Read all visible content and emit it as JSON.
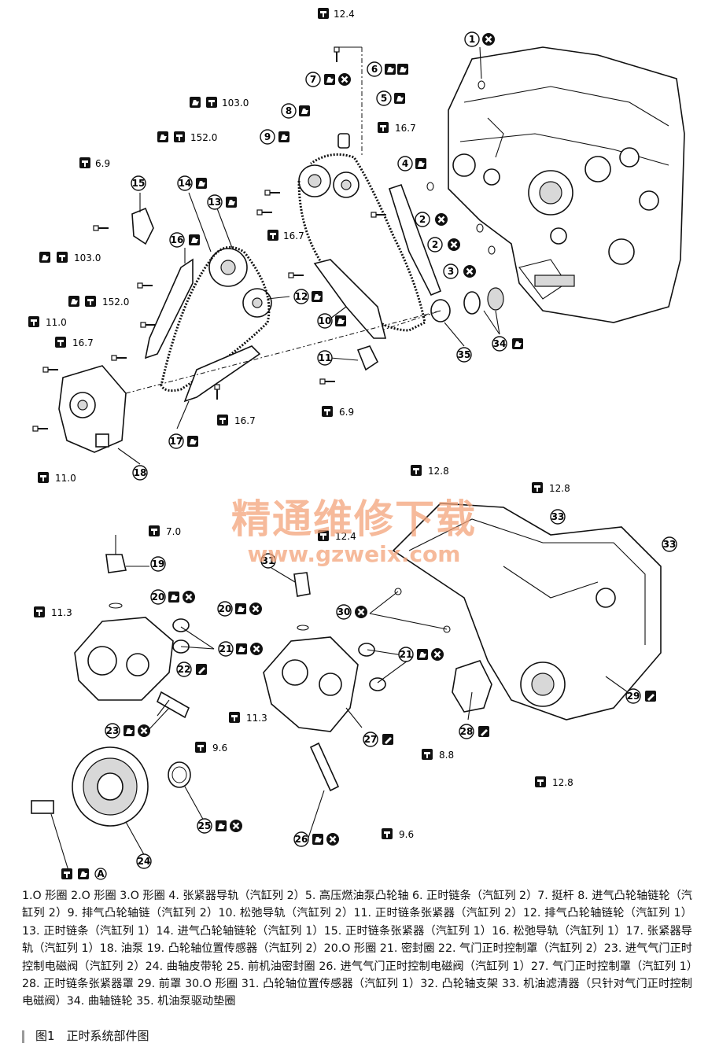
{
  "watermark": {
    "line1": "精通维修下载",
    "line2": "www.gzweix.com"
  },
  "torques": {
    "t1": "12.4",
    "t2": "103.0",
    "t3": "152.0",
    "t4": "16.7",
    "t5": "6.9",
    "t6": "103.0",
    "t7": "16.7",
    "t8": "152.0",
    "t9": "11.0",
    "t10": "16.7",
    "t11": "6.9",
    "t12": "16.7",
    "t13": "11.0",
    "t14": "12.8",
    "t15": "12.8",
    "t16": "12.4",
    "t17": "7.0",
    "t18": "11.3",
    "t19": "11.3",
    "t20": "9.6",
    "t21": "8.8",
    "t22": "12.8",
    "t23": "9.6"
  },
  "callouts": {
    "n1": "1",
    "n2a": "2",
    "n2b": "2",
    "n3": "3",
    "n4": "4",
    "n5": "5",
    "n6": "6",
    "n7": "7",
    "n8": "8",
    "n9": "9",
    "n10": "10",
    "n11": "11",
    "n12": "12",
    "n13": "13",
    "n14": "14",
    "n15": "15",
    "n16": "16",
    "n17": "17",
    "n18": "18",
    "n19": "19",
    "n20a": "20",
    "n20b": "20",
    "n21a": "21",
    "n21b": "21",
    "n22": "22",
    "n23": "23",
    "n24": "24",
    "n25": "25",
    "n26": "26",
    "n27": "27",
    "n28": "28",
    "n29": "29",
    "n30": "30",
    "n31": "31",
    "n33a": "33",
    "n33b": "33",
    "n34": "34",
    "n35": "35"
  },
  "icons": {
    "do_not_reuse": "x-circle-icon",
    "lubricate": "oil-can-icon",
    "torque_wrench": "torque-wrench-icon",
    "sealant": "sealant-tube-icon",
    "special_a": "A"
  },
  "legend": {
    "text": "1.O 形圈 2.O 形圈 3.O 形圈 4. 张紧器导轨（汽缸列 2）5. 高压燃油泵凸轮轴 6. 正时链条（汽缸列 2）7. 挺杆 8. 进气凸轮轴链轮（汽缸列 2）9. 排气凸轮轴链（汽缸列 2）10. 松弛导轨（汽缸列 2）11. 正时链条张紧器（汽缸列 2）12. 排气凸轮轴链轮（汽缸列 1）13. 正时链条（汽缸列 1）14. 进气凸轮轴链轮（汽缸列 1）15. 正时链条张紧器（汽缸列 1）16. 松弛导轨（汽缸列 1）17. 张紧器导轨（汽缸列 1）18. 油泵 19. 凸轮轴位置传感器（汽缸列 2）20.O 形圈 21. 密封圈 22. 气门正时控制罩（汽缸列 2）23. 进气气门正时控制电磁阀（汽缸列 2）24. 曲轴皮带轮 25. 前机油密封圈 26. 进气气门正时控制电磁阀（汽缸列 1）27. 气门正时控制罩（汽缸列 1）28. 正时链条张紧器罩 29. 前罩 30.O 形圈 31. 凸轮轴位置传感器（汽缸列 1）32. 凸轮轴支架 33. 机油滤清器（只针对气门正时控制电磁阀）34. 曲轴链轮 35. 机油泵驱动垫圈"
  },
  "caption": "图1　正时系统部件图"
}
